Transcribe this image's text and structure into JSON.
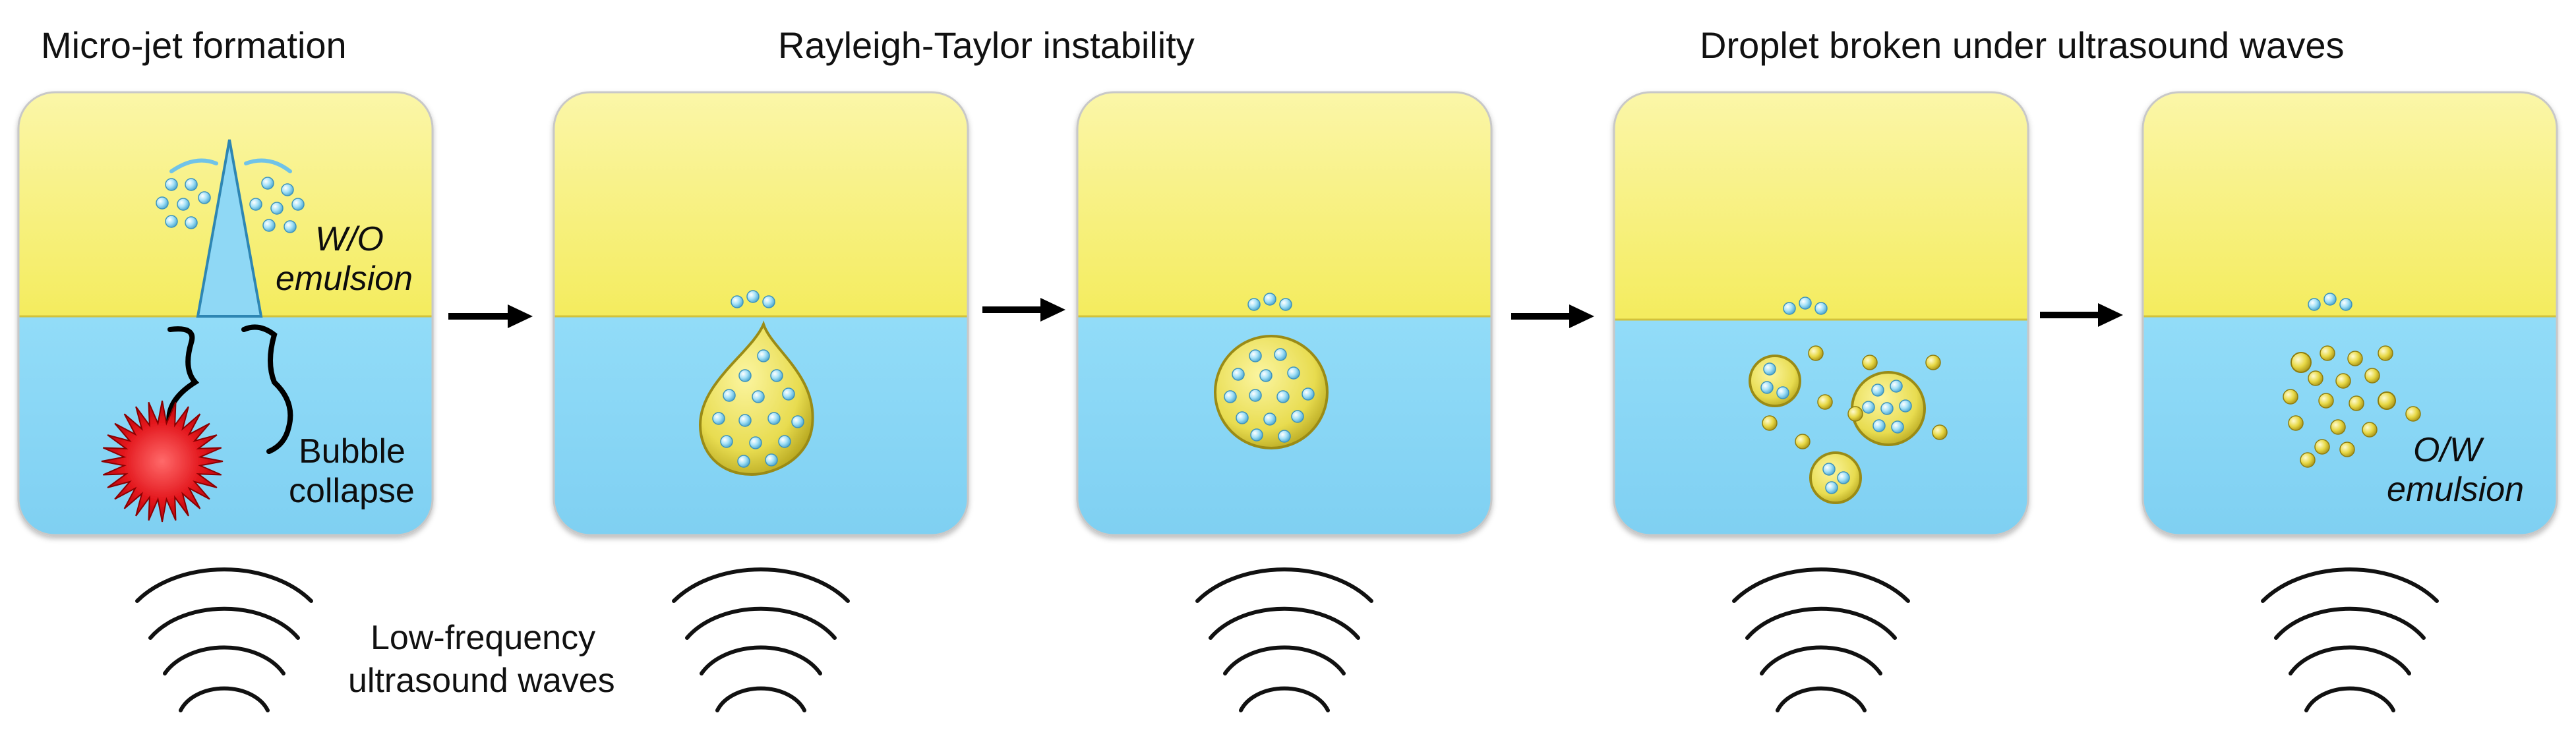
{
  "titles": {
    "stage1": "Micro-jet formation",
    "stage2": "Rayleigh-Taylor instability",
    "stage3": "Droplet broken under ultrasound waves"
  },
  "labels": {
    "wo_line1": "W/O",
    "wo_line2": "emulsion",
    "bubble_line1": "Bubble",
    "bubble_line2": "collapse",
    "ow_line1": "O/W",
    "ow_line2": "emulsion",
    "waves_line1": "Low-frequency",
    "waves_line2": "ultrasound waves"
  },
  "colors": {
    "oil_phase": "#f7f07a",
    "water_phase": "#8fd8f5",
    "droplet": "#e9de55",
    "bubble": "#e0141a",
    "arrow": "#000000"
  },
  "panels": [
    {
      "stage": "micro-jet"
    },
    {
      "stage": "teardrop-droplet"
    },
    {
      "stage": "round-droplet"
    },
    {
      "stage": "droplet-breakup"
    },
    {
      "stage": "o-w-emulsion"
    }
  ]
}
